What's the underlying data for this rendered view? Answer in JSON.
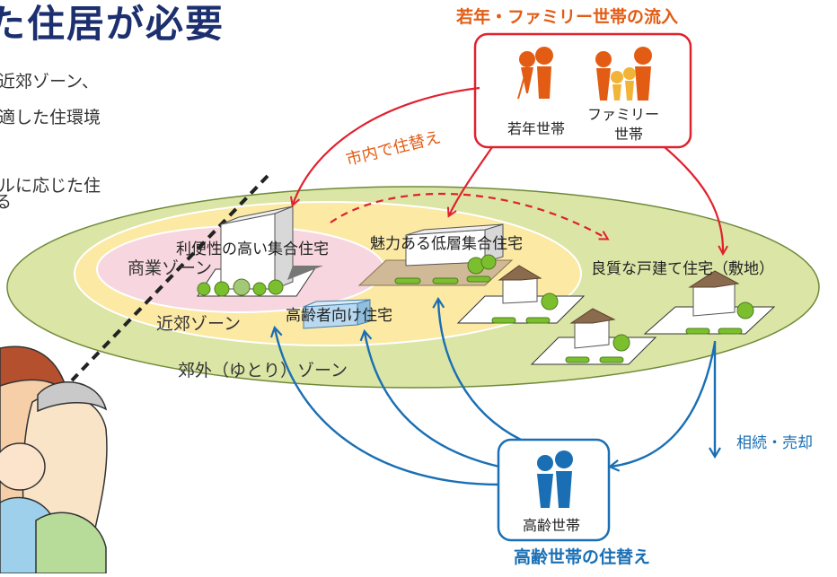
{
  "heading": "た住居が必要",
  "body_lines": [
    "近郊ゾーン、",
    "適した住環境",
    "",
    "ルに応じた住",
    "る"
  ],
  "inflow": {
    "title": "若年・ファミリー世帯の流入",
    "young_label": "若年世帯",
    "family_label_1": "ファミリー",
    "family_label_2": "世帯"
  },
  "elderly": {
    "title": "高齢世帯の住替え",
    "box_label": "高齢世帯"
  },
  "relocation_label": "市内で住替え",
  "inheritance_label": "相続・売却",
  "zones": {
    "commercial": "商業ゾーン",
    "suburban": "近郊ゾーン",
    "outskirts": "郊外（ゆとり）ゾーン"
  },
  "buildings": {
    "apartment": "利便性の高い集合住宅",
    "lowrise": "魅力ある低層集合住宅",
    "senior": "高齢者向け住宅",
    "detached": "良質な戸建て住宅（敷地）"
  },
  "colors": {
    "navy": "#1c2f6e",
    "orange": "#e25c14",
    "red": "#e0212e",
    "blue": "#1a6fb4",
    "outer_zone": "#dbe5a6",
    "middle_zone": "#fbe9a4",
    "inner_zone": "#f7d6df"
  }
}
